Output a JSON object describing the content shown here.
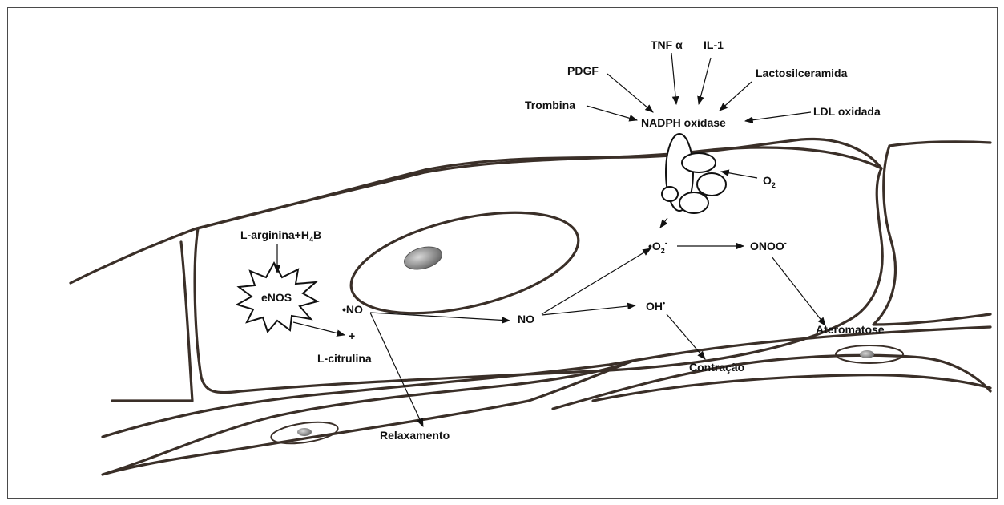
{
  "colors": {
    "membrane": "#3a2f28",
    "ink": "#111111",
    "background": "#ffffff",
    "nucleus_fill": "#9c9c9c"
  },
  "labels": {
    "tnf": "TNF α",
    "il1": "IL-1",
    "pdgf": "PDGF",
    "lactosil": "Lactosilceramida",
    "trombina": "Trombina",
    "nadph": "NADPH oxidase",
    "ldl": "LDL oxidada",
    "o2": "O",
    "o2_sub": "2",
    "larg_pre": "L-arginina+H",
    "larg_sub": "4",
    "larg_post": "B",
    "enos": "eNOS",
    "no_radical": "•NO",
    "plus": "+",
    "lcitrulina": "L-citrulina",
    "no": "NO",
    "superoxide_pre": "•O",
    "superoxide_sub": "2",
    "superoxide_sup": "-",
    "onoo": "ONOO",
    "onoo_sup": "-",
    "oh": "OH",
    "oh_sup": "•",
    "ateromatose": "Ateromatose",
    "contracao": "Contração",
    "relaxamento": "Relaxamento"
  }
}
